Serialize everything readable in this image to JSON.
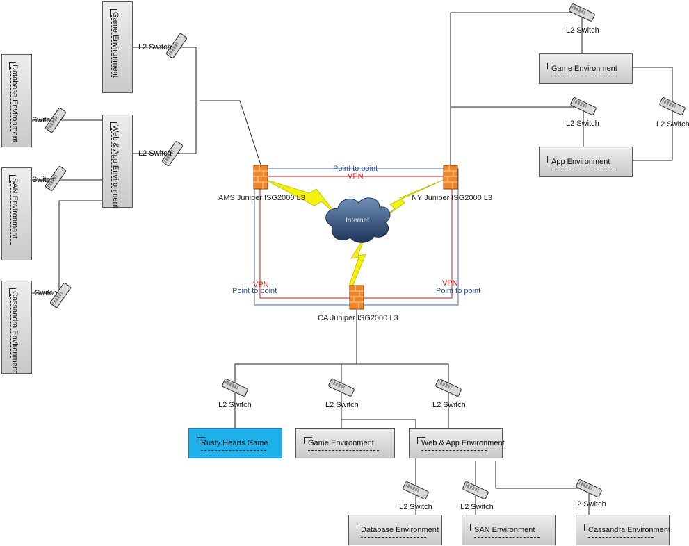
{
  "top_left": {
    "game_env": "Game Environment",
    "web_app_env": "Web & App Environment",
    "database_env": "Database Environment",
    "san_env": "SAN Environment",
    "cassandra_env": "Cassandra Environment",
    "l2_switch_1": "L2 Switch",
    "l2_switch_2": "L2 Switch",
    "switch_db": "Switch",
    "switch_san": "Switch",
    "switch_cassandra": "Switch"
  },
  "top_right": {
    "game_env": "Game Environment",
    "app_env": "App Environment",
    "l2_switch_top": "L2 Switch",
    "l2_switch_mid": "L2 Switch",
    "l2_switch_right": "L2 Switch"
  },
  "core": {
    "ams_firewall": "AMS Juniper ISG2000 L3",
    "ny_firewall": "NY Juniper ISG2000 L3",
    "ca_firewall": "CA Juniper ISG2000 L3",
    "internet": "Internet",
    "link_top_p2p": "Point to point",
    "link_top_vpn": "VPN",
    "link_left_vpn": "VPN",
    "link_left_p2p": "Point to point",
    "link_right_vpn": "VPN",
    "link_right_p2p": "Point to point"
  },
  "bottom": {
    "rusty_hearts": "Rusty Hearts Game",
    "game_env": "Game Environment",
    "web_app_env": "Web & App Environment",
    "database_env": "Database Environment",
    "san_env": "SAN Environment",
    "cassandra_env": "Cassandra Environment",
    "l2_switch_a": "L2 Switch",
    "l2_switch_b": "L2 Switch",
    "l2_switch_c": "L2 Switch",
    "l2_switch_db": "L2 Switch",
    "l2_switch_san": "L2 Switch",
    "l2_switch_cas": "L2 Switch"
  },
  "colors": {
    "vpn_line": "#d11a1a",
    "p2p_line": "#4a6fa5",
    "selected_box": "#1eb0e8",
    "lightning": "#f2f20a"
  }
}
